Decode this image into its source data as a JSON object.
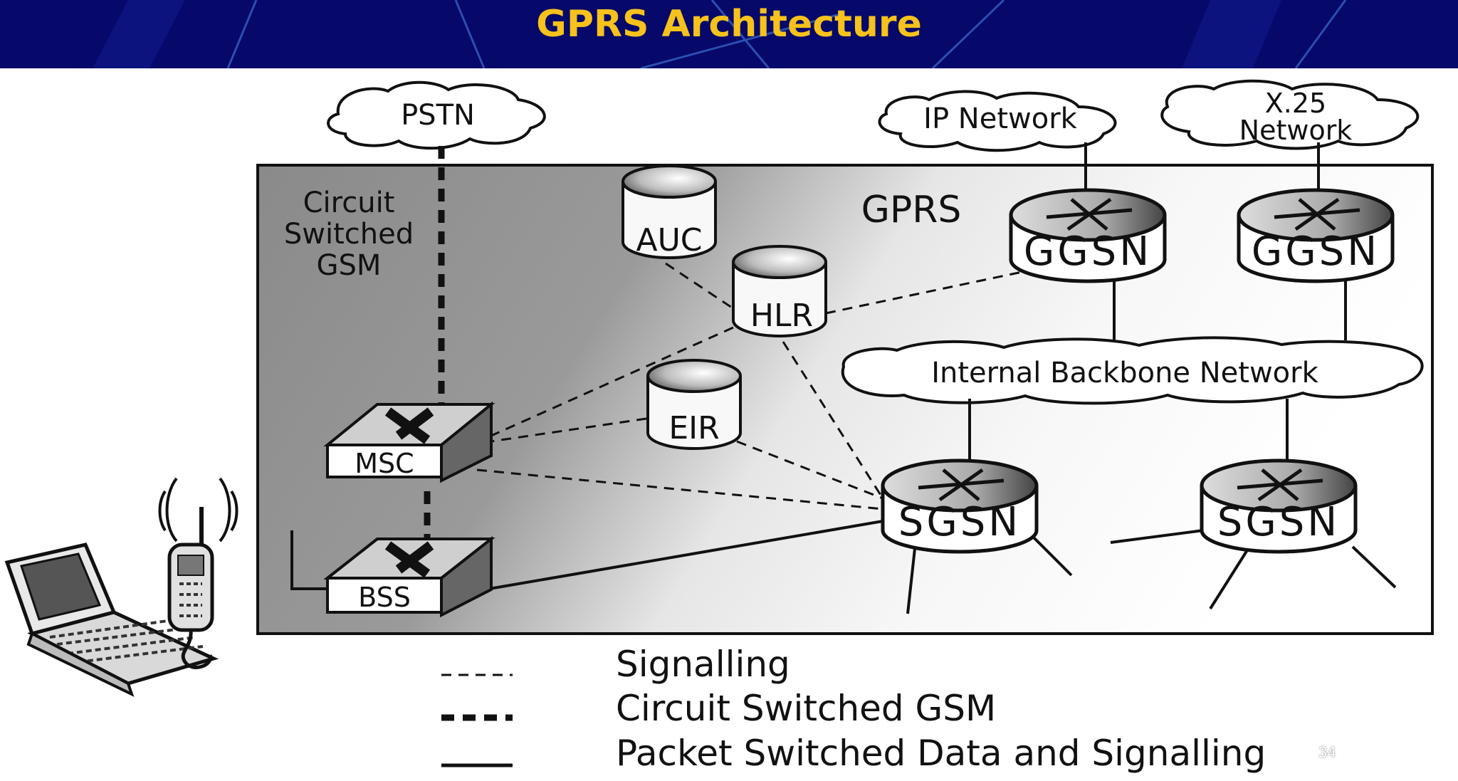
{
  "title": "GPRS Architecture",
  "slide_number": "34",
  "clouds": {
    "pstn": "PSTN",
    "ip_network": "IP Network",
    "x25_line1": "X.25",
    "x25_line2": "Network",
    "backbone": "Internal Backbone Network"
  },
  "regions": {
    "circuit_line1": "Circuit",
    "circuit_line2": "Switched",
    "circuit_line3": "GSM",
    "gprs": "GPRS"
  },
  "nodes": {
    "auc": "AUC",
    "hlr": "HLR",
    "eir": "EIR",
    "msc": "MSC",
    "bss": "BSS",
    "ggsn_1": "GGSN",
    "ggsn_2": "GGSN",
    "sgsn_1": "SGSN",
    "sgsn_2": "SGSN"
  },
  "legend": [
    {
      "label": "Signalling",
      "style": "signalling"
    },
    {
      "label": "Circuit Switched GSM",
      "style": "circuit"
    },
    {
      "label": "Packet Switched Data and Signalling",
      "style": "packet"
    }
  ],
  "colors": {
    "header_bg": "#06086a",
    "title": "#f6c21b",
    "region_dark": "#8c8c8c",
    "line": "#111111"
  }
}
